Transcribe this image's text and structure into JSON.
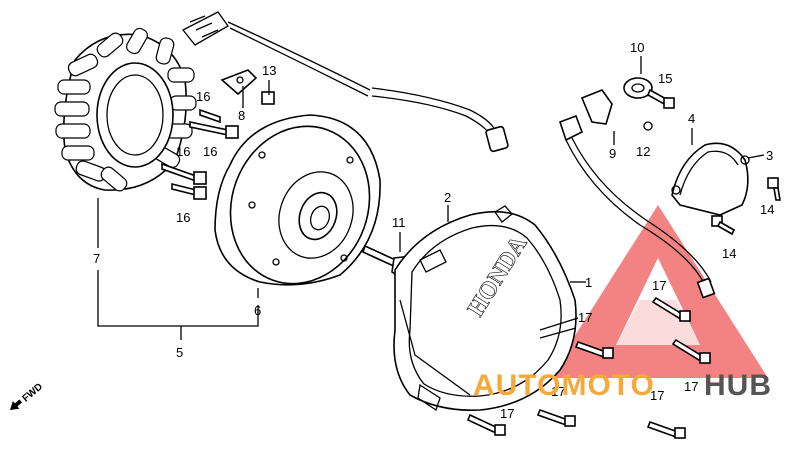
{
  "callouts": [
    {
      "id": "c1",
      "label": "1"
    },
    {
      "id": "c2",
      "label": "2"
    },
    {
      "id": "c3",
      "label": "3"
    },
    {
      "id": "c4",
      "label": "4"
    },
    {
      "id": "c5",
      "label": "5"
    },
    {
      "id": "c6",
      "label": "6"
    },
    {
      "id": "c7",
      "label": "7"
    },
    {
      "id": "c8",
      "label": "8"
    },
    {
      "id": "c9",
      "label": "9"
    },
    {
      "id": "c10",
      "label": "10"
    },
    {
      "id": "c11",
      "label": "11"
    },
    {
      "id": "c12",
      "label": "12"
    },
    {
      "id": "c13",
      "label": "13"
    },
    {
      "id": "c14a",
      "label": "14"
    },
    {
      "id": "c14b",
      "label": "14"
    },
    {
      "id": "c15",
      "label": "15"
    },
    {
      "id": "c16a",
      "label": "16"
    },
    {
      "id": "c16b",
      "label": "16"
    },
    {
      "id": "c16c",
      "label": "16"
    },
    {
      "id": "c16d",
      "label": "16"
    },
    {
      "id": "c17a",
      "label": "17"
    },
    {
      "id": "c17b",
      "label": "17"
    },
    {
      "id": "c17c",
      "label": "17"
    },
    {
      "id": "c17d",
      "label": "17"
    },
    {
      "id": "c17e",
      "label": "17"
    },
    {
      "id": "c17f",
      "label": "17"
    }
  ],
  "cover_logo": "HONDA",
  "fwd_label": "FWD",
  "watermark": {
    "part1": "AUTOMOTO",
    "part2": "HUB",
    "color1": "#f5a93a",
    "color2": "#555555",
    "triangle_color": "#ef5a5a"
  }
}
